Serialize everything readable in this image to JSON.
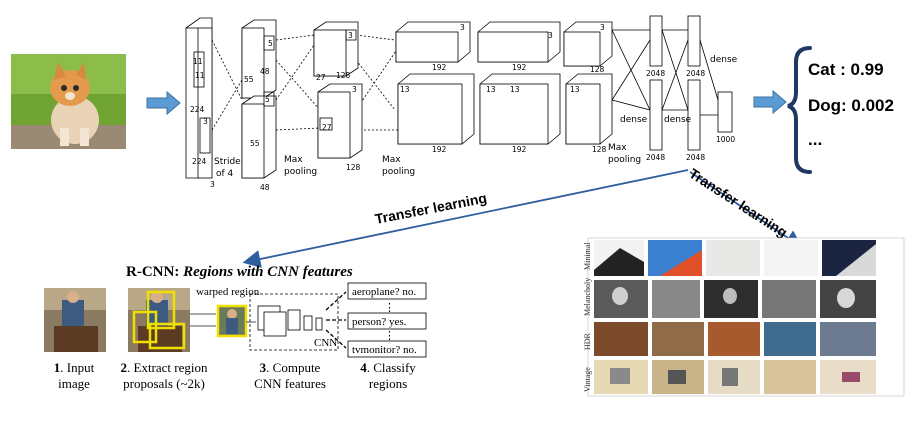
{
  "cnn": {
    "numbers": {
      "n11a": "11",
      "n11b": "11",
      "n224a": "224",
      "n224b": "224",
      "n3a": "3",
      "n3b": "3",
      "n5a": "5",
      "n5b": "5",
      "n55a": "55",
      "n55b": "55",
      "n48a": "48",
      "n48b": "48",
      "n27a": "27",
      "n27b": "27",
      "n128a": "128",
      "n128b": "128",
      "n128c": "128",
      "n128d": "128",
      "n3c": "3",
      "n3d": "3",
      "n3e": "3",
      "n3f": "3",
      "n3g": "3",
      "n13a": "13",
      "n13b": "13",
      "n13c": "13",
      "n13d": "13",
      "n192a": "192",
      "n192b": "192",
      "n192c": "192",
      "n192d": "192",
      "n2048a": "2048",
      "n2048b": "2048",
      "n2048c": "2048",
      "n2048d": "2048",
      "n1000": "1000"
    },
    "stride": "Stride",
    "of4": "of 4",
    "max_pooling_1": "Max",
    "pooling_1": "pooling",
    "max_pooling_2": "Max",
    "pooling_2": "pooling",
    "max_pooling_3": "Max",
    "pooling_3": "pooling",
    "dense_1": "dense",
    "dense_2": "dense",
    "dense_3": "dense"
  },
  "output": {
    "cat": "Cat : 0.99",
    "dog": "Dog: 0.002",
    "more": "..."
  },
  "arrows": {
    "left_label": "Transfer learning",
    "right_label": "Transfer learning"
  },
  "rcnn": {
    "title_prefix": "R-CNN: ",
    "title_italic": "Regions with CNN features",
    "warped": "warped region",
    "cnn": "CNN",
    "labels": [
      "aeroplane? no.",
      "person? yes.",
      "tvmonitor? no."
    ],
    "dots": "⋮",
    "steps": [
      {
        "num": "1",
        "text1": ". Input",
        "text2": "image"
      },
      {
        "num": "2",
        "text1": ". Extract region",
        "text2": "proposals (~2k)"
      },
      {
        "num": "3",
        "text1": ". Compute",
        "text2": "CNN features"
      },
      {
        "num": "4",
        "text1": ". Classify",
        "text2": "regions"
      }
    ]
  },
  "styles_grid": {
    "rows": [
      "Minimal",
      "Melancholy",
      "HDR",
      "Vintage"
    ]
  },
  "colors": {
    "arrow_fill": "#5b9bd5",
    "transfer_arrow": "#2e5e9e",
    "brace": "#1f3864",
    "proposal_box": "#f0e000"
  }
}
